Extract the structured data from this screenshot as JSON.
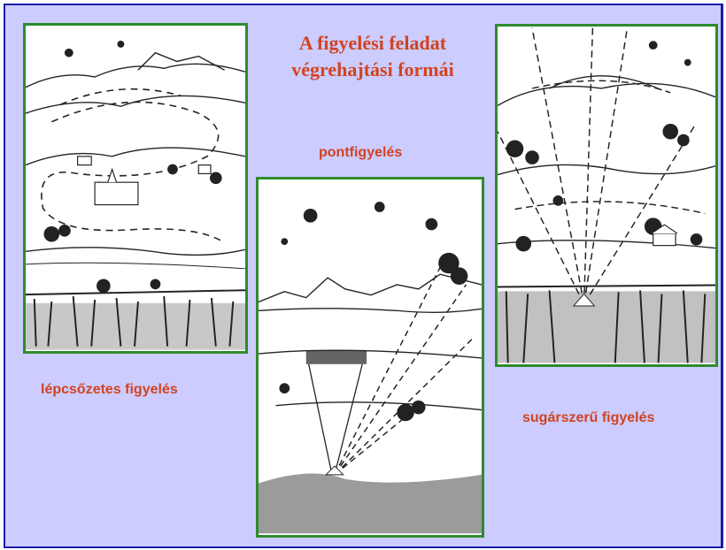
{
  "slide": {
    "title_line1": "A figyelési feladat",
    "title_line2": "végrehajtási formái",
    "captions": {
      "point": "pontfigyelés",
      "stepped": "lépcsőzetes figyelés",
      "radial": "sugárszerű figyelés"
    },
    "colors": {
      "background": "#ccccff",
      "frame_border": "#1a1aa6",
      "panel_border": "#2e8b2e",
      "text_accent": "#d2431f"
    },
    "illustrations": [
      "stepped-observation-sketch",
      "point-observation-sketch",
      "radial-observation-sketch"
    ]
  }
}
